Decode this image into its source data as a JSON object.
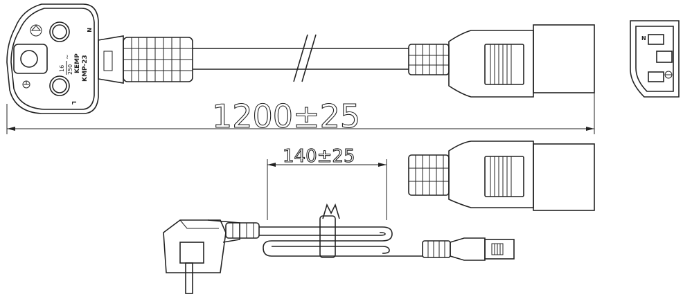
{
  "dimensions": {
    "overall_length": "1200±25",
    "strip_length": "140±25"
  },
  "plug": {
    "rating_current": "16",
    "rating_voltage": "250",
    "ac_symbol": "~",
    "brand": "KEMP",
    "model": "KMP-23",
    "pin_n": "N",
    "pin_l": "L"
  },
  "socket_face": {
    "pin_n": "N"
  }
}
